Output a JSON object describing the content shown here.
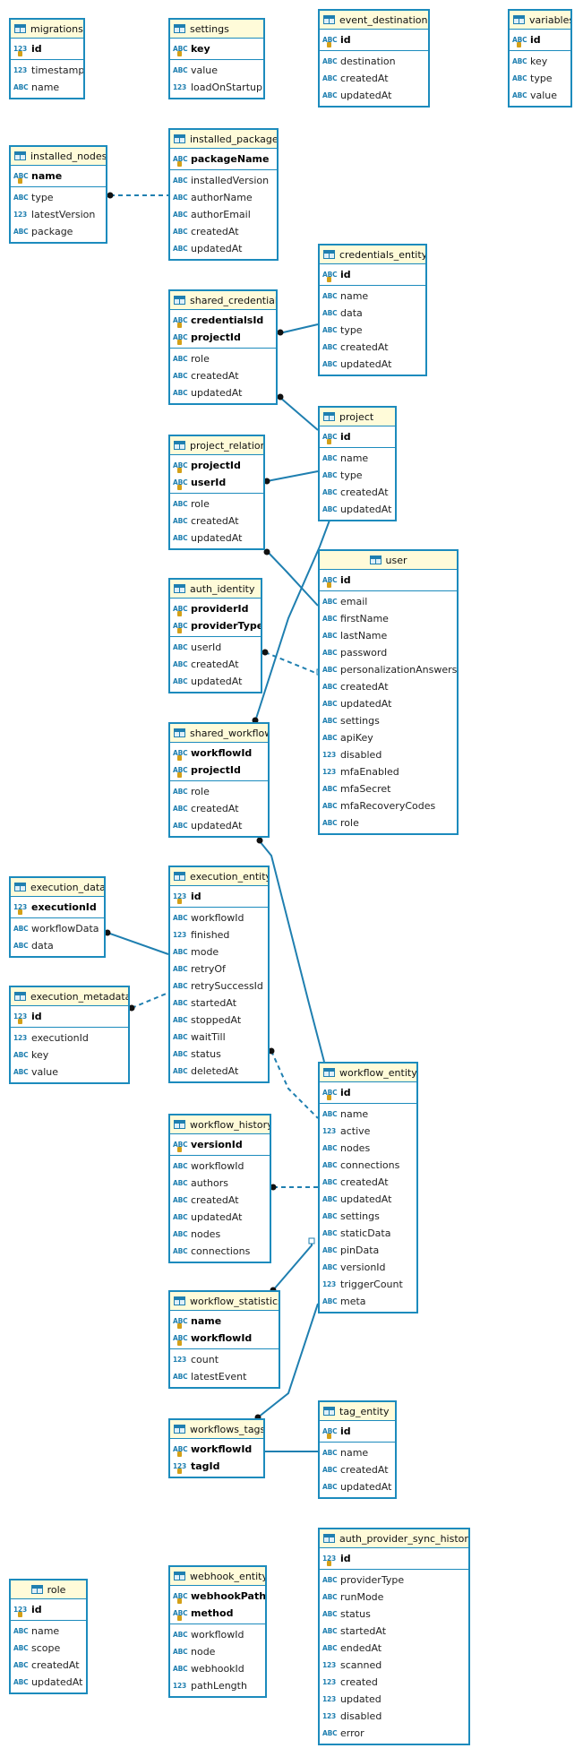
{
  "type_icons": {
    "abc": "ABC",
    "num": "123"
  },
  "colors": {
    "border": "#1c8bbd",
    "header_bg": "#fffbd9",
    "line": "#1f7fb0"
  },
  "tables": [
    {
      "key": "migrations",
      "name": "migrations",
      "pk": [
        {
          "t": "num",
          "f": "id"
        }
      ],
      "cols": [
        {
          "t": "num",
          "f": "timestamp"
        },
        {
          "t": "abc",
          "f": "name"
        }
      ]
    },
    {
      "key": "settings",
      "name": "settings",
      "pk": [
        {
          "t": "abc",
          "f": "key"
        }
      ],
      "cols": [
        {
          "t": "abc",
          "f": "value"
        },
        {
          "t": "num",
          "f": "loadOnStartup"
        }
      ]
    },
    {
      "key": "event_destinations",
      "name": "event_destinations",
      "pk": [
        {
          "t": "abc",
          "f": "id"
        }
      ],
      "cols": [
        {
          "t": "abc",
          "f": "destination"
        },
        {
          "t": "abc",
          "f": "createdAt"
        },
        {
          "t": "abc",
          "f": "updatedAt"
        }
      ]
    },
    {
      "key": "variables",
      "name": "variables",
      "pk": [
        {
          "t": "abc",
          "f": "id"
        }
      ],
      "cols": [
        {
          "t": "abc",
          "f": "key"
        },
        {
          "t": "abc",
          "f": "type"
        },
        {
          "t": "abc",
          "f": "value"
        }
      ]
    },
    {
      "key": "installed_nodes",
      "name": "installed_nodes",
      "pk": [
        {
          "t": "abc",
          "f": "name"
        }
      ],
      "cols": [
        {
          "t": "abc",
          "f": "type"
        },
        {
          "t": "num",
          "f": "latestVersion"
        },
        {
          "t": "abc",
          "f": "package"
        }
      ]
    },
    {
      "key": "installed_packages",
      "name": "installed_packages",
      "pk": [
        {
          "t": "abc",
          "f": "packageName"
        }
      ],
      "cols": [
        {
          "t": "abc",
          "f": "installedVersion"
        },
        {
          "t": "abc",
          "f": "authorName"
        },
        {
          "t": "abc",
          "f": "authorEmail"
        },
        {
          "t": "abc",
          "f": "createdAt"
        },
        {
          "t": "abc",
          "f": "updatedAt"
        }
      ]
    },
    {
      "key": "credentials_entity",
      "name": "credentials_entity",
      "pk": [
        {
          "t": "abc",
          "f": "id"
        }
      ],
      "cols": [
        {
          "t": "abc",
          "f": "name"
        },
        {
          "t": "abc",
          "f": "data"
        },
        {
          "t": "abc",
          "f": "type"
        },
        {
          "t": "abc",
          "f": "createdAt"
        },
        {
          "t": "abc",
          "f": "updatedAt"
        }
      ]
    },
    {
      "key": "shared_credentials",
      "name": "shared_credentials",
      "pk": [
        {
          "t": "abc",
          "f": "credentialsId"
        },
        {
          "t": "abc",
          "f": "projectId"
        }
      ],
      "cols": [
        {
          "t": "abc",
          "f": "role"
        },
        {
          "t": "abc",
          "f": "createdAt"
        },
        {
          "t": "abc",
          "f": "updatedAt"
        }
      ]
    },
    {
      "key": "project",
      "name": "project",
      "pk": [
        {
          "t": "abc",
          "f": "id"
        }
      ],
      "cols": [
        {
          "t": "abc",
          "f": "name"
        },
        {
          "t": "abc",
          "f": "type"
        },
        {
          "t": "abc",
          "f": "createdAt"
        },
        {
          "t": "abc",
          "f": "updatedAt"
        }
      ]
    },
    {
      "key": "project_relation",
      "name": "project_relation",
      "pk": [
        {
          "t": "abc",
          "f": "projectId"
        },
        {
          "t": "abc",
          "f": "userId"
        }
      ],
      "cols": [
        {
          "t": "abc",
          "f": "role"
        },
        {
          "t": "abc",
          "f": "createdAt"
        },
        {
          "t": "abc",
          "f": "updatedAt"
        }
      ]
    },
    {
      "key": "user",
      "name": "user",
      "center": true,
      "pk": [
        {
          "t": "abc",
          "f": "id"
        }
      ],
      "cols": [
        {
          "t": "abc",
          "f": "email"
        },
        {
          "t": "abc",
          "f": "firstName"
        },
        {
          "t": "abc",
          "f": "lastName"
        },
        {
          "t": "abc",
          "f": "password"
        },
        {
          "t": "abc",
          "f": "personalizationAnswers"
        },
        {
          "t": "abc",
          "f": "createdAt"
        },
        {
          "t": "abc",
          "f": "updatedAt"
        },
        {
          "t": "abc",
          "f": "settings"
        },
        {
          "t": "abc",
          "f": "apiKey"
        },
        {
          "t": "num",
          "f": "disabled"
        },
        {
          "t": "num",
          "f": "mfaEnabled"
        },
        {
          "t": "abc",
          "f": "mfaSecret"
        },
        {
          "t": "abc",
          "f": "mfaRecoveryCodes"
        },
        {
          "t": "abc",
          "f": "role"
        }
      ]
    },
    {
      "key": "auth_identity",
      "name": "auth_identity",
      "pk": [
        {
          "t": "abc",
          "f": "providerId"
        },
        {
          "t": "abc",
          "f": "providerType"
        }
      ],
      "cols": [
        {
          "t": "abc",
          "f": "userId"
        },
        {
          "t": "abc",
          "f": "createdAt"
        },
        {
          "t": "abc",
          "f": "updatedAt"
        }
      ]
    },
    {
      "key": "shared_workflow",
      "name": "shared_workflow",
      "pk": [
        {
          "t": "abc",
          "f": "workflowId"
        },
        {
          "t": "abc",
          "f": "projectId"
        }
      ],
      "cols": [
        {
          "t": "abc",
          "f": "role"
        },
        {
          "t": "abc",
          "f": "createdAt"
        },
        {
          "t": "abc",
          "f": "updatedAt"
        }
      ]
    },
    {
      "key": "execution_data",
      "name": "execution_data",
      "pk": [
        {
          "t": "num",
          "f": "executionId"
        }
      ],
      "cols": [
        {
          "t": "abc",
          "f": "workflowData"
        },
        {
          "t": "abc",
          "f": "data"
        }
      ]
    },
    {
      "key": "execution_entity",
      "name": "execution_entity",
      "pk": [
        {
          "t": "num",
          "f": "id"
        }
      ],
      "cols": [
        {
          "t": "abc",
          "f": "workflowId"
        },
        {
          "t": "num",
          "f": "finished"
        },
        {
          "t": "abc",
          "f": "mode"
        },
        {
          "t": "abc",
          "f": "retryOf"
        },
        {
          "t": "abc",
          "f": "retrySuccessId"
        },
        {
          "t": "abc",
          "f": "startedAt"
        },
        {
          "t": "abc",
          "f": "stoppedAt"
        },
        {
          "t": "abc",
          "f": "waitTill"
        },
        {
          "t": "abc",
          "f": "status"
        },
        {
          "t": "abc",
          "f": "deletedAt"
        }
      ]
    },
    {
      "key": "execution_metadata",
      "name": "execution_metadata",
      "pk": [
        {
          "t": "num",
          "f": "id"
        }
      ],
      "cols": [
        {
          "t": "num",
          "f": "executionId"
        },
        {
          "t": "abc",
          "f": "key"
        },
        {
          "t": "abc",
          "f": "value"
        }
      ]
    },
    {
      "key": "workflow_entity",
      "name": "workflow_entity",
      "pk": [
        {
          "t": "abc",
          "f": "id"
        }
      ],
      "cols": [
        {
          "t": "abc",
          "f": "name"
        },
        {
          "t": "num",
          "f": "active"
        },
        {
          "t": "abc",
          "f": "nodes"
        },
        {
          "t": "abc",
          "f": "connections"
        },
        {
          "t": "abc",
          "f": "createdAt"
        },
        {
          "t": "abc",
          "f": "updatedAt"
        },
        {
          "t": "abc",
          "f": "settings"
        },
        {
          "t": "abc",
          "f": "staticData"
        },
        {
          "t": "abc",
          "f": "pinData"
        },
        {
          "t": "abc",
          "f": "versionId"
        },
        {
          "t": "num",
          "f": "triggerCount"
        },
        {
          "t": "abc",
          "f": "meta"
        }
      ]
    },
    {
      "key": "workflow_history",
      "name": "workflow_history",
      "pk": [
        {
          "t": "abc",
          "f": "versionId"
        }
      ],
      "cols": [
        {
          "t": "abc",
          "f": "workflowId"
        },
        {
          "t": "abc",
          "f": "authors"
        },
        {
          "t": "abc",
          "f": "createdAt"
        },
        {
          "t": "abc",
          "f": "updatedAt"
        },
        {
          "t": "abc",
          "f": "nodes"
        },
        {
          "t": "abc",
          "f": "connections"
        }
      ]
    },
    {
      "key": "workflow_statistics",
      "name": "workflow_statistics",
      "pk": [
        {
          "t": "abc",
          "f": "name"
        },
        {
          "t": "abc",
          "f": "workflowId"
        }
      ],
      "cols": [
        {
          "t": "num",
          "f": "count"
        },
        {
          "t": "abc",
          "f": "latestEvent"
        }
      ]
    },
    {
      "key": "workflows_tags",
      "name": "workflows_tags",
      "pk": [
        {
          "t": "abc",
          "f": "workflowId"
        },
        {
          "t": "num",
          "f": "tagId"
        }
      ],
      "cols": []
    },
    {
      "key": "tag_entity",
      "name": "tag_entity",
      "pk": [
        {
          "t": "abc",
          "f": "id"
        }
      ],
      "cols": [
        {
          "t": "abc",
          "f": "name"
        },
        {
          "t": "abc",
          "f": "createdAt"
        },
        {
          "t": "abc",
          "f": "updatedAt"
        }
      ]
    },
    {
      "key": "role",
      "name": "role",
      "center": true,
      "pk": [
        {
          "t": "num",
          "f": "id"
        }
      ],
      "cols": [
        {
          "t": "abc",
          "f": "name"
        },
        {
          "t": "abc",
          "f": "scope"
        },
        {
          "t": "abc",
          "f": "createdAt"
        },
        {
          "t": "abc",
          "f": "updatedAt"
        }
      ]
    },
    {
      "key": "webhook_entity",
      "name": "webhook_entity",
      "pk": [
        {
          "t": "abc",
          "f": "webhookPath"
        },
        {
          "t": "abc",
          "f": "method"
        }
      ],
      "cols": [
        {
          "t": "abc",
          "f": "workflowId"
        },
        {
          "t": "abc",
          "f": "node"
        },
        {
          "t": "abc",
          "f": "webhookId"
        },
        {
          "t": "num",
          "f": "pathLength"
        }
      ]
    },
    {
      "key": "auth_provider_sync_history",
      "name": "auth_provider_sync_history",
      "pk": [
        {
          "t": "num",
          "f": "id"
        }
      ],
      "cols": [
        {
          "t": "abc",
          "f": "providerType"
        },
        {
          "t": "abc",
          "f": "runMode"
        },
        {
          "t": "abc",
          "f": "status"
        },
        {
          "t": "abc",
          "f": "startedAt"
        },
        {
          "t": "abc",
          "f": "endedAt"
        },
        {
          "t": "num",
          "f": "scanned"
        },
        {
          "t": "num",
          "f": "created"
        },
        {
          "t": "num",
          "f": "updated"
        },
        {
          "t": "num",
          "f": "disabled"
        },
        {
          "t": "abc",
          "f": "error"
        }
      ]
    }
  ],
  "relations": [
    {
      "from": "installed_nodes",
      "to": "installed_packages",
      "style": "dashed"
    },
    {
      "from": "shared_credentials",
      "to": "credentials_entity",
      "style": "solid"
    },
    {
      "from": "shared_credentials",
      "to": "project",
      "style": "solid"
    },
    {
      "from": "project_relation",
      "to": "project",
      "style": "solid"
    },
    {
      "from": "project_relation",
      "to": "user",
      "style": "solid"
    },
    {
      "from": "auth_identity",
      "to": "user",
      "style": "dashed"
    },
    {
      "from": "shared_workflow",
      "to": "project",
      "style": "solid"
    },
    {
      "from": "shared_workflow",
      "to": "workflow_entity",
      "style": "solid"
    },
    {
      "from": "execution_data",
      "to": "execution_entity",
      "style": "solid"
    },
    {
      "from": "execution_metadata",
      "to": "execution_entity",
      "style": "dashed"
    },
    {
      "from": "execution_entity",
      "to": "workflow_entity",
      "style": "dashed"
    },
    {
      "from": "workflow_history",
      "to": "workflow_entity",
      "style": "dashed"
    },
    {
      "from": "workflow_statistics",
      "to": "workflow_entity",
      "style": "solid"
    },
    {
      "from": "workflows_tags",
      "to": "workflow_entity",
      "style": "solid"
    },
    {
      "from": "workflows_tags",
      "to": "tag_entity",
      "style": "solid"
    }
  ]
}
